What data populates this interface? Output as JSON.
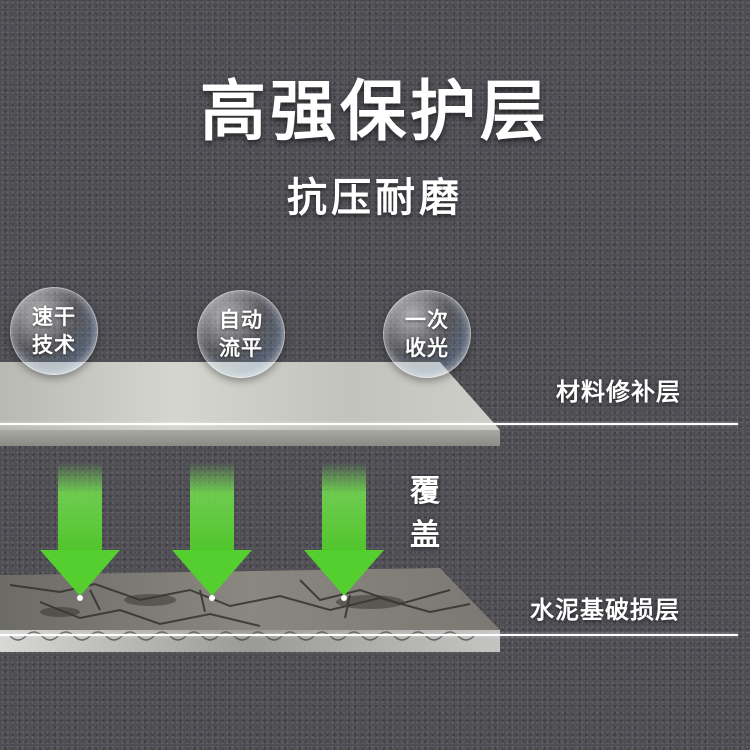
{
  "header": {
    "title": "高强保护层",
    "subtitle": "抗压耐磨"
  },
  "features": [
    {
      "line1": "速干",
      "line2": "技术"
    },
    {
      "line1": "自动",
      "line2": "流平"
    },
    {
      "line1": "一次",
      "line2": "收光"
    }
  ],
  "layers": {
    "top_label": "材料修补层",
    "bottom_label": "水泥基破损层"
  },
  "cover": [
    "覆",
    "盖"
  ],
  "colors": {
    "background": "#4a4a50",
    "arrow_green": "#5fd43a",
    "top_slab": "#c9c9c4",
    "text": "#ffffff"
  }
}
